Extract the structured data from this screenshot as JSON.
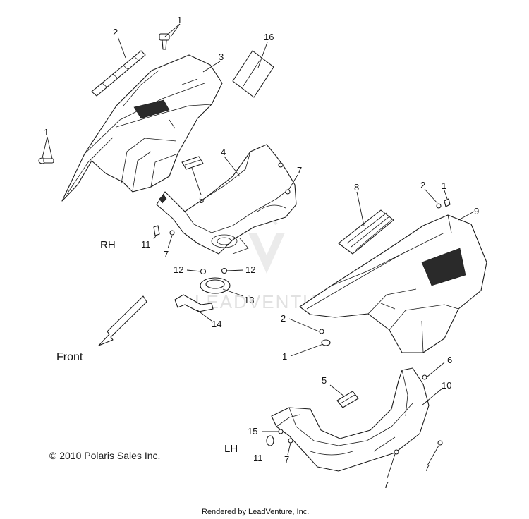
{
  "labels": {
    "rh": "RH",
    "lh": "LH",
    "front": "Front",
    "copyright": "© 2010 Polaris Sales Inc.",
    "rendered_by": "Rendered by LeadVenture, Inc.",
    "watermark": "LEADVENTURE"
  },
  "callouts": [
    {
      "id": "c1a",
      "text": "1"
    },
    {
      "id": "c2a",
      "text": "2"
    },
    {
      "id": "c3",
      "text": "3"
    },
    {
      "id": "c16",
      "text": "16"
    },
    {
      "id": "c1b",
      "text": "1"
    },
    {
      "id": "c4",
      "text": "4"
    },
    {
      "id": "c5a",
      "text": "5"
    },
    {
      "id": "c7a",
      "text": "7"
    },
    {
      "id": "c11a",
      "text": "11"
    },
    {
      "id": "c7b",
      "text": "7"
    },
    {
      "id": "c12a",
      "text": "12"
    },
    {
      "id": "c12b",
      "text": "12"
    },
    {
      "id": "c13",
      "text": "13"
    },
    {
      "id": "c14",
      "text": "14"
    },
    {
      "id": "c8",
      "text": "8"
    },
    {
      "id": "c2b",
      "text": "2"
    },
    {
      "id": "c1c",
      "text": "1"
    },
    {
      "id": "c9",
      "text": "9"
    },
    {
      "id": "c2c",
      "text": "2"
    },
    {
      "id": "c1d",
      "text": "1"
    },
    {
      "id": "c6",
      "text": "6"
    },
    {
      "id": "c5b",
      "text": "5"
    },
    {
      "id": "c10",
      "text": "10"
    },
    {
      "id": "c15",
      "text": "15"
    },
    {
      "id": "c11b",
      "text": "11"
    },
    {
      "id": "c7c",
      "text": "7"
    },
    {
      "id": "c7d",
      "text": "7"
    },
    {
      "id": "c7e",
      "text": "7"
    }
  ]
}
